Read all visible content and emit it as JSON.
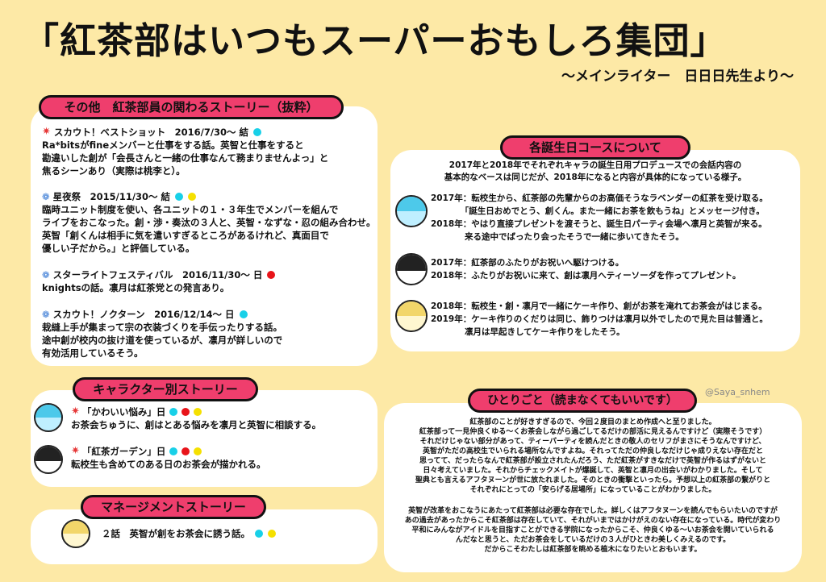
{
  "title": "「紅茶部はいつもスーパーおもしろ集団」",
  "subtitle": "〜メインライター　日日日先生より〜",
  "watermark": "@Saya_snhem",
  "colors": {
    "background": "#fde9a6",
    "pill": "#ef3e6d",
    "cyan": "#18d0e8",
    "red": "#e8141a",
    "yellow": "#f5e000"
  },
  "left_top": {
    "heading": "その他　紅茶部員の関わるストーリー（抜粋）",
    "stories": [
      {
        "icon": "star-icon",
        "title": "スカウト！ベストショット　2016/7/30〜 結",
        "dots": [
          "cyan"
        ],
        "lines": [
          "Ra*bitsがfineメンバーと仕事をする話。英智と仕事をすると",
          "勘違いした創が「会長さんと一緒の仕事なんて務まりませんよっ」と",
          "焦るシーンあり（実際は桃李と）。"
        ]
      },
      {
        "icon": "fan-icon",
        "title": "星夜祭　2015/11/30〜 結",
        "dots": [
          "cyan",
          "yellow"
        ],
        "lines": [
          "臨時ユニット制度を使い、各ユニットの１・３年生でメンバーを組んで",
          "ライブをおこなった。創・渉・奏汰の３人と、英智・なずな・忍の組み合わせ。",
          "英智「創くんは相手に気を遣いすぎるところがあるけれど、真面目で",
          "優しい子だから。」と評価している。"
        ]
      },
      {
        "icon": "fan-icon",
        "title": "スターライトフェスティバル　2016/11/30〜 日",
        "dots": [
          "red"
        ],
        "lines": [
          "knightsの話。凛月は紅茶党との発言あり。"
        ]
      },
      {
        "icon": "fan-icon",
        "title": "スカウト！ノクターン　2016/12/14〜 日",
        "dots": [
          "cyan"
        ],
        "lines": [
          "栽縫上手が集まって宗の衣装づくりを手伝ったりする話。",
          "途中創が校内の抜け道を使っているが、凛月が詳しいので",
          "有効活用しているそう。"
        ]
      }
    ]
  },
  "chara": {
    "heading": "キャラクター別ストーリー",
    "items": [
      {
        "title": "「かわいい悩み」日",
        "dots": [
          "cyan",
          "red",
          "yellow"
        ],
        "line": "お茶会ちゅうに、創はとある悩みを凛月と英智に相談する。"
      },
      {
        "title": "「紅茶ガーデン」日",
        "dots": [
          "cyan",
          "red",
          "yellow"
        ],
        "line": "転校生も含めてのある日のお茶会が描かれる。"
      }
    ]
  },
  "manage": {
    "heading": "マネージメントストーリー",
    "line": "２話　英智が創をお茶会に誘う話。",
    "dots": [
      "cyan",
      "yellow"
    ]
  },
  "birthday": {
    "heading": "各誕生日コースについて",
    "intro": [
      "2017年と2018年でそれぞれキャラの誕生日用プロデュースでの会話内容の",
      "基本的なベースは同じだが、2018年になると内容が具体的になっている様子。"
    ],
    "groups": [
      {
        "lines": [
          "2017年：転校生から、紅茶部の先輩からのお高価そうなラベンダーの紅茶を受け取る。",
          "　　　　「誕生日おめでとう、創くん。また一緒にお茶を飲もうね」とメッセージ付き。",
          "2018年：やはり直接プレゼントを渡そうと、誕生日パーティ会場へ凛月と英智が来る。",
          "　　　　来る途中でばったり会ったそうで一緒に歩いてきたそう。"
        ]
      },
      {
        "lines": [
          "2017年：紅茶部のふたりがお祝いへ駆けつける。",
          "2018年：ふたりがお祝いに来て、創は凛月へティーソーダを作ってプレゼント。"
        ]
      },
      {
        "lines": [
          "2018年：転校生・創・凛月で一緒にケーキ作り、創がお茶を淹れてお茶会がはじまる。",
          "2019年：ケーキ作りのくだりは同じ、飾りつけは凛月以外でしたので見た目は普通と。",
          "　　　　凛月は早起きしてケーキ作りをしたそう。"
        ]
      }
    ]
  },
  "hitori": {
    "heading": "ひとりごと（読まなくてもいいです）",
    "para1": [
      "紅茶部のことが好きすぎるので、今回２度目のまとめ作成へと至りました。",
      "紅茶部って一見仲良くゆる〜くお茶会しながら過ごしてるだけの部活に見えるんですけど（実際そうです）",
      "それだけじゃない部分があって、ティーパーティを読んだときの敬人のセリフがまさにそうなんですけど、",
      "英智がただの高校生でいられる場所なんですよね。それってただの仲良しなだけじゃ成りえない存在だと",
      "思ってて、だったらなんで紅茶部が設立されたんだろう、ただ紅茶がすきなだけで英智が作るはずがないと",
      "日々考えていました。それからチェックメイトが爆誕して、英智と凛月の出会いがわかりました。そして",
      "聖典とも言えるアフタヌーンが世に放たれました。そのときの衝撃といったら。予想以上の紅茶部の繋がりと",
      "それぞれにとっての「安らげる居場所」になっていることがわかりました。"
    ],
    "para2": [
      "英智が改革をおこなうにあたって紅茶部は必要な存在でした。詳しくはアフタヌーンを読んでもらいたいのですが",
      "あの過去があったからこそ紅茶部は存在していて、それがいまではかけがえのない存在になっている。時代が変わり",
      "平和にみんながアイドルを目指すことができる学院になったからこそ、仲良くゆる〜いお茶会を開いていられる",
      "んだなと思うと、ただお茶会をしているだけの３人がひときわ美しくみえるのです。",
      "だからこそわたしは紅茶部を眺める植木になりたいとおもいます。"
    ]
  }
}
